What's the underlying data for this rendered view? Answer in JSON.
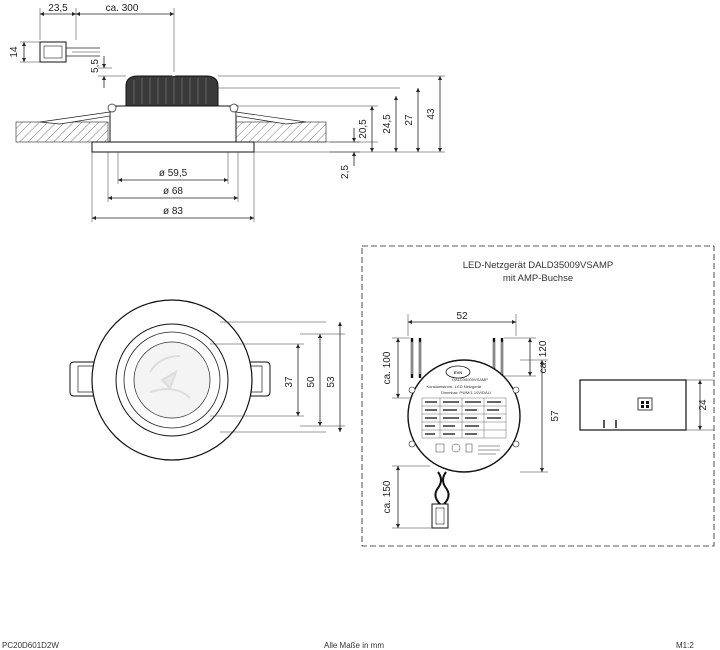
{
  "side_view": {
    "dims": {
      "d_23_5": "23,5",
      "ca_300": "ca. 300",
      "d_14": "14",
      "d_5_5": "5,5",
      "d_20_5": "20,5",
      "d_24_5": "24,5",
      "d_27": "27",
      "d_43": "43",
      "d_2_5": "2,5",
      "dia_59_5": "ø 59,5",
      "dia_68": "ø 68",
      "dia_83": "ø 83"
    }
  },
  "top_view": {
    "dims": {
      "d_37": "37",
      "d_50": "50",
      "d_53": "53"
    }
  },
  "driver": {
    "title_line1": "LED-Netzgerät DALD35009VSAMP",
    "title_line2": "mit AMP-Buchse",
    "dims": {
      "d_52": "52",
      "ca_100": "ca. 100",
      "ca_120": "ca. 120",
      "d_57": "57",
      "ca_150": "ca. 150",
      "d_24": "24"
    },
    "label": {
      "brand": "EVN",
      "model": "DALD35009VSAMP",
      "line_a": "Konstantstrom-",
      "line_b": "LED Netzgerät",
      "line_c": "Dimmbar: PWM/1-10V/DALI"
    }
  },
  "footer": {
    "code": "PC20D601D2W",
    "note": "Alle Maße in mm",
    "scale": "M1:2"
  }
}
